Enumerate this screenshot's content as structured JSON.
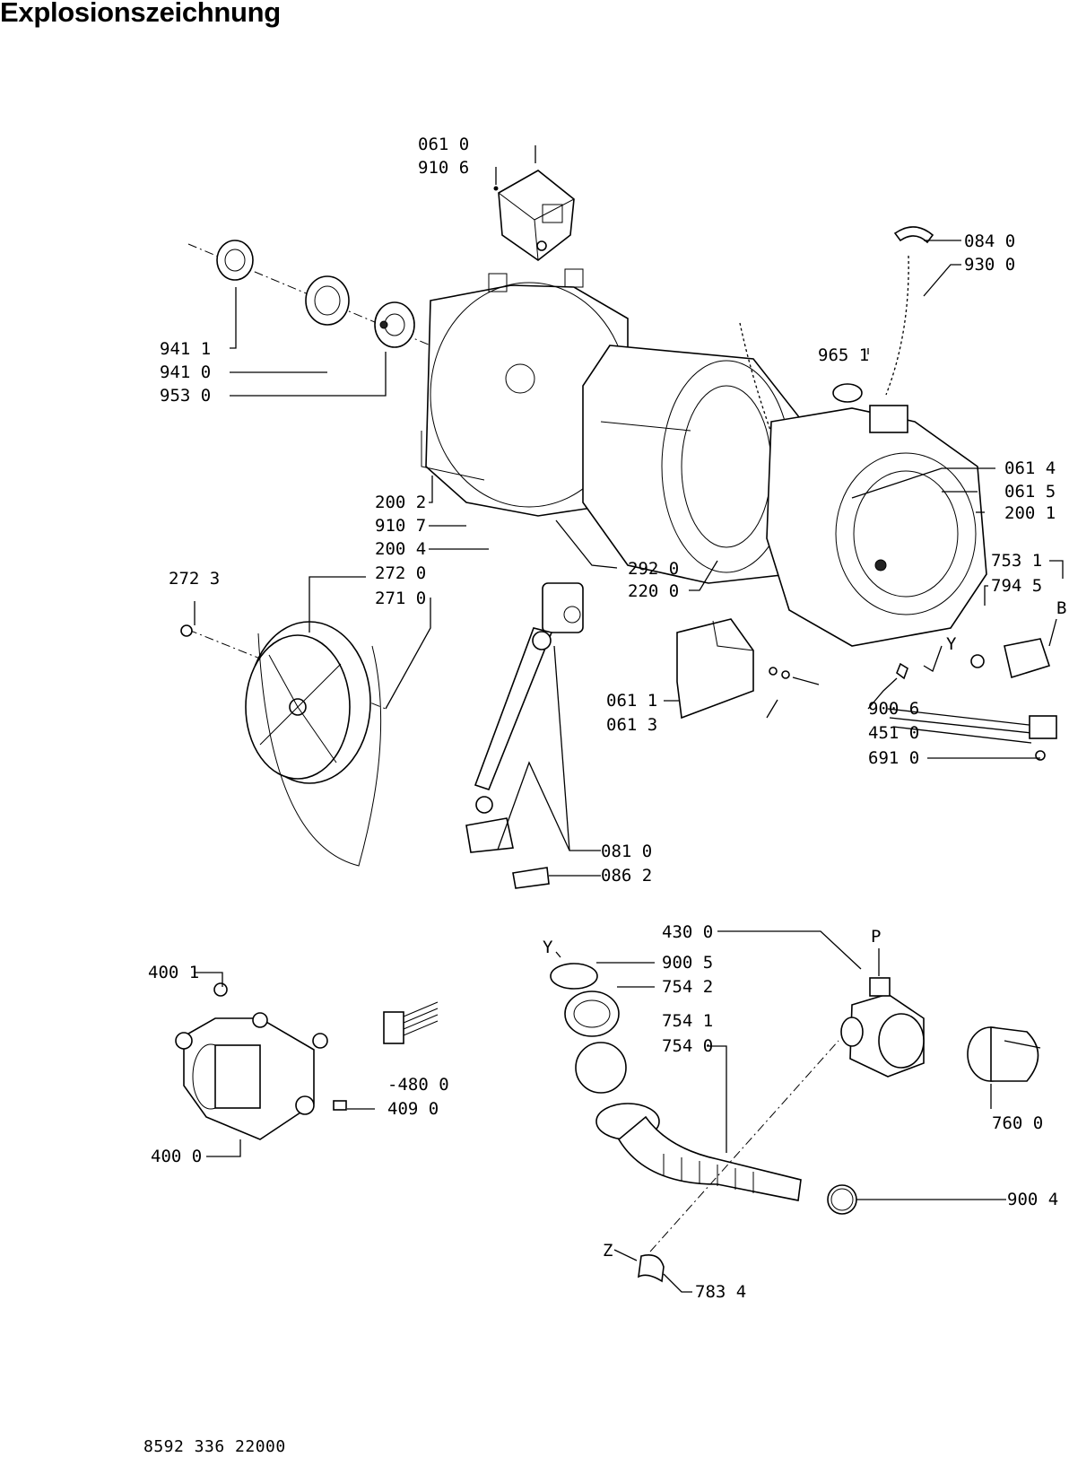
{
  "title": "Explosionszeichnung",
  "footer": "8592 336 22000",
  "labels": {
    "p0610": "061 0",
    "p9106": "910 6",
    "p0840": "084 0",
    "p9300": "930 0",
    "p9411": "941 1",
    "p9410": "941 0",
    "p9530": "953 0",
    "p9651": "965 1",
    "p0614": "061 4",
    "p0615": "061 5",
    "p2001": "200 1",
    "p2002": "200 2",
    "p9107": "910 7",
    "p2004": "200 4",
    "p2723": "272 3",
    "p2720": "272 0",
    "p2710": "271 0",
    "p2920": "292 0",
    "p2200": "220 0",
    "p7531": "753 1",
    "p7945": "794 5",
    "pB": "B",
    "pY1": "Y",
    "p0611": "061 1",
    "p0613": "061 3",
    "p9006": "900 6",
    "p4510": "451 0",
    "p6910": "691 0",
    "p0810": "081 0",
    "p0862": "086 2",
    "p4300": "430 0",
    "pP": "P",
    "pY2": "Y",
    "p9005": "900 5",
    "p7542": "754 2",
    "p7541": "754 1",
    "p7540": "754 0",
    "p4001": "400 1",
    "p4800": "-480 0",
    "p4090": "409 0",
    "p4000": "400 0",
    "p7600": "760 0",
    "p9004": "900 4",
    "pZ": "Z",
    "p7834": "783 4"
  }
}
